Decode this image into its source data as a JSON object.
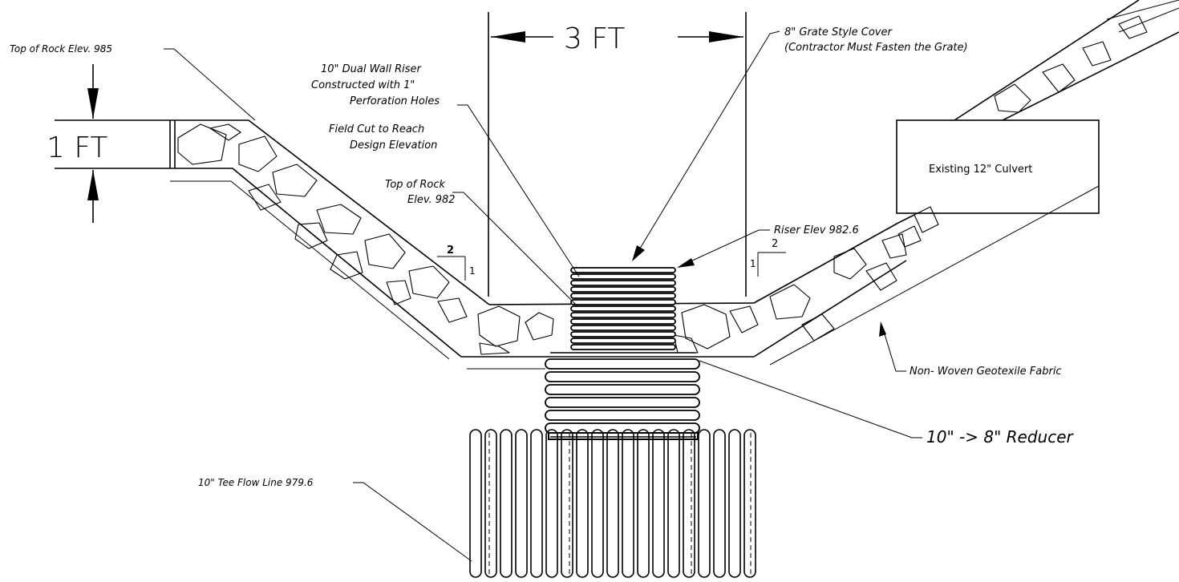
{
  "dimensions": {
    "width_label": "3 FT",
    "thickness_label": "1 FT"
  },
  "slopes": {
    "left": {
      "run": "2",
      "rise": "1"
    },
    "right": {
      "run": "2",
      "rise": "1"
    }
  },
  "labels": {
    "top_of_rock_upper": "Top of Rock Elev. 985",
    "riser_line1": "10\" Dual Wall Riser",
    "riser_line2": "Constructed with 1\"",
    "riser_line3": "Perforation Holes",
    "fieldcut_line1": "Field Cut to Reach",
    "fieldcut_line2": "Design Elevation",
    "top_of_rock_lower_line1": "Top of Rock",
    "top_of_rock_lower_line2": "Elev. 982",
    "grate_line1": "8\" Grate Style Cover",
    "grate_line2": "(Contractor Must Fasten the Grate)",
    "culvert": "Existing 12\" Culvert",
    "riser_elev": "Riser Elev 982.6",
    "geotextile": "Non- Woven Geotexile Fabric",
    "reducer": "10\" -> 8\" Reducer",
    "tee_flow_line": "10\" Tee Flow Line 979.6"
  }
}
